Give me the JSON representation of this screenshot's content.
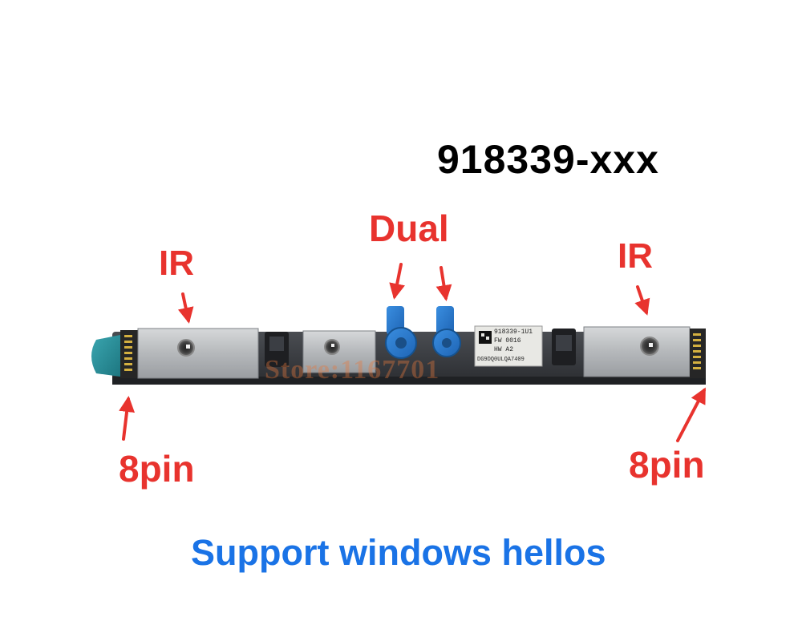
{
  "labels": {
    "part_number": "918339-xxx",
    "dual": "Dual",
    "ir_left": "IR",
    "ir_right": "IR",
    "pin_left": "8pin",
    "pin_right": "8pin",
    "tagline": "Support windows hellos"
  },
  "sticker": {
    "line1": "918339-1U1",
    "line2": "FW 0016",
    "line3": "HW A2",
    "line4": "DG9DQ0ULQA7409"
  },
  "watermark": "Store:1167701",
  "colors": {
    "annotation": "#e8332e",
    "tagline": "#1a73e6",
    "part_number": "#000000",
    "blue_cap": "#2a7fd0"
  }
}
